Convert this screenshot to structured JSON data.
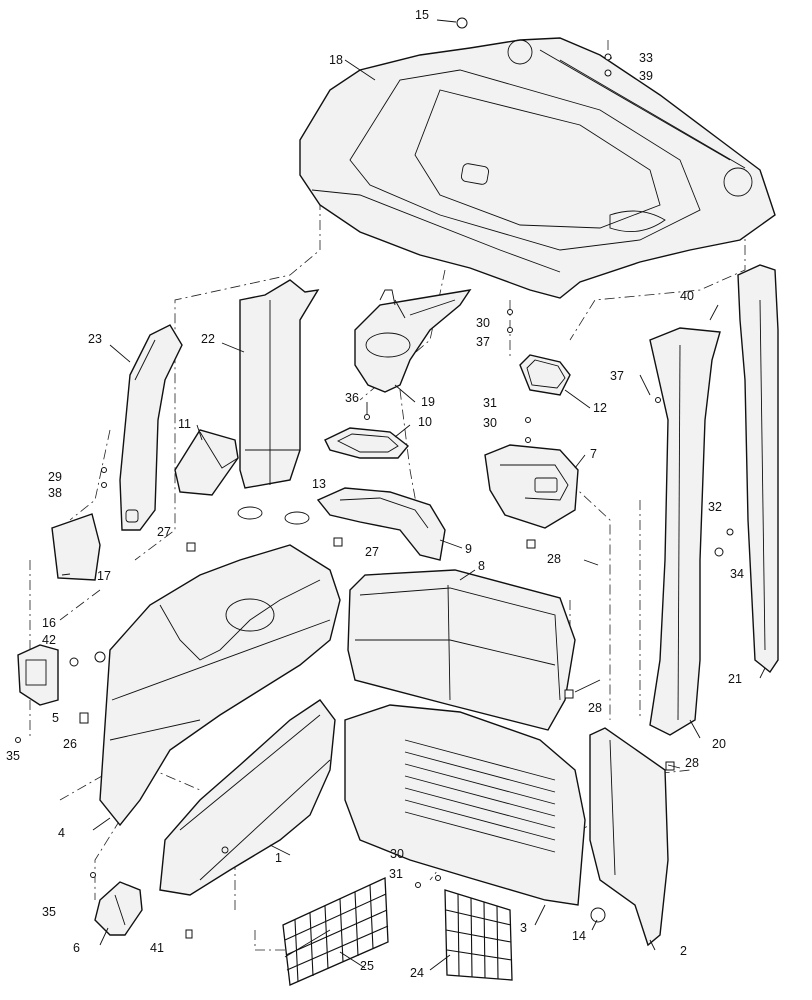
{
  "callouts": [
    "1",
    "2",
    "3",
    "4",
    "5",
    "6",
    "7",
    "8",
    "9",
    "10",
    "11",
    "12",
    "13",
    "14",
    "15",
    "16",
    "17",
    "18",
    "19",
    "20",
    "21",
    "22",
    "23",
    "24",
    "25",
    "26",
    "27",
    "27",
    "28",
    "28",
    "28",
    "29",
    "30",
    "30",
    "30",
    "31",
    "31",
    "32",
    "33",
    "34",
    "35",
    "35",
    "36",
    "37",
    "37",
    "38",
    "39",
    "40",
    "41",
    "42"
  ]
}
